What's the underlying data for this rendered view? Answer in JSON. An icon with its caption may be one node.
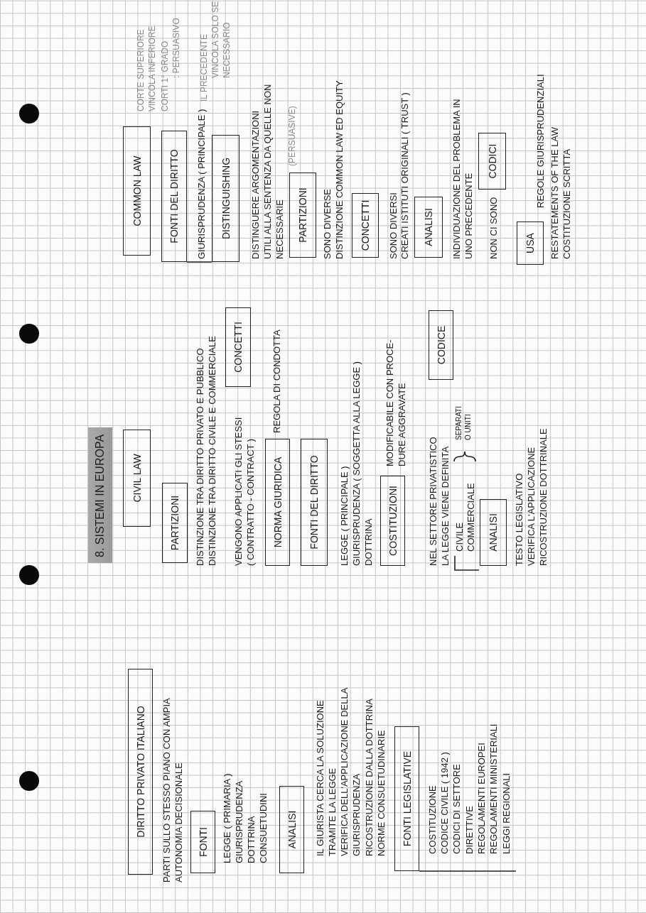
{
  "diagram": {
    "title": "8. SISTEMI IN EUROPA",
    "nodes": [
      {
        "text": [
          "DIRITTO PRIVATO ITALIANO"
        ]
      },
      {
        "text": [
          "FONTI"
        ]
      },
      {
        "text": [
          "ANALISI"
        ]
      },
      {
        "text": [
          "FONTI LEGISLATIVE"
        ]
      },
      {
        "text": [
          "CIVIL LAW"
        ]
      },
      {
        "text": [
          "PARTIZIONI"
        ]
      },
      {
        "text": [
          "CONCETTI"
        ]
      },
      {
        "text": [
          "NORMA GIURIDICA"
        ]
      },
      {
        "text": [
          "FONTI DEL DIRITTO"
        ]
      },
      {
        "text": [
          "COSTITUZIONI"
        ]
      },
      {
        "text": [
          "CODICE"
        ]
      },
      {
        "text": [
          "ANALISI"
        ]
      },
      {
        "text": [
          "COMMON LAW"
        ]
      },
      {
        "text": [
          "FONTI DEL DIRITTO"
        ]
      },
      {
        "text": [
          "DISTINGUISHING"
        ]
      },
      {
        "text": [
          "PARTIZIONI"
        ]
      },
      {
        "text": [
          "CONCETTI"
        ]
      },
      {
        "text": [
          "ANALISI"
        ]
      },
      {
        "text": [
          "CODICI"
        ]
      },
      {
        "text": [
          "USA"
        ]
      }
    ],
    "edges": [
      {
        "from": 13,
        "to": 14,
        "arrow": "none"
      }
    ],
    "labels": [
      "PARTI SULLO STESSO PIANO CON AMPIA AUTONOMIA DECISIONALE",
      "LEGGE ( PRIMARIA )",
      "GIURISPRUDENZA",
      "DOTTRINA",
      "CONSUETUDINI",
      "IL GIURISTA CERCA LA SOLUZIONE TRAMITE LA LEGGE",
      "VERIFICA DELL'APPLICAZIONE DELLA GIURISPRUDENZA",
      "RICOSTRUZIONE DALLA DOTTRINA",
      "NORME CONSUETUDINARIE",
      "COSTITUZIONE",
      "CODICE CIVILE ( 1942 )",
      "CODICI DI SETTORE",
      "DIRETTIVE",
      "REGOLAMENTI EUROPEI",
      "REGOLAMENTI MINISTERIALI",
      "LEGGI REGIONALI",
      "DISTINZIONE TRA DIRITTO PRIVATO E PUBBLICO",
      "DISTINZIONE TRA DIRITTO CIVILE E COMMERCIALE",
      "VENGONO APPLICATI GLI STESSI",
      "( CONTRATTO - CONTRACT )",
      "REGOLA DI CONDOTTA",
      "LEGGE ( PRINCIPALE )",
      "GIURISPRUDENZA ( SOGGETTA ALLA LEGGE )",
      "DOTTRINA",
      "MODIFICABILE CON PROCE- DURE AGGRAVATE",
      "NEL SETTORE PRIVATISTICO LA LEGGE VIENE DEFINITA",
      "CIVILE",
      "COMMERCIALE",
      "SEPARATI O UNITI",
      "TESTO LEGISLATIVO",
      "VERIFICA L'APPLICAZIONE",
      "RICOSTRUZIONE DOTTRINALE",
      "CORTE SUPERIORE VINCOLA INFERIORE",
      "CORTI 1° GRADO : PERSUASIVO",
      "GIURISPRUDENZA ( PRINCIPALE )",
      "IL PRECEDENTE VINCOLA SOLO SE NECESSARIO",
      "DISTINGUERE ARGOMENTAZIONI UTILI ALLA SENTENZA DA QUELLE NON NECESSARIE",
      "(PERSUASIVE)",
      "SONO DIVERSE",
      "DISTINZIONE COMMON LAW ED EQUITY",
      "SONO DIVERSI",
      "CREATI ISTITUTI ORIGINALI ( TRUST )",
      "INDIVIDUAZIONE DEL PROBLEMA IN UNO PRECEDENTE",
      "NON CI SONO",
      "REGOLE GIURISPRUDENZIALI",
      "RESTATEMENTS OF THE LAW",
      "COSTITUZIONE SCRITTA"
    ]
  }
}
